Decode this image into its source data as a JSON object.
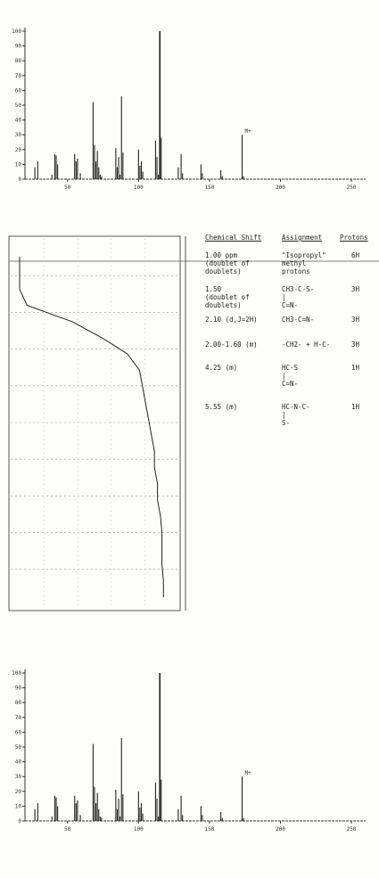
{
  "chart_data": [
    {
      "type": "bar",
      "title": "",
      "xlabel": "",
      "ylabel": "",
      "xlim": [
        20,
        260
      ],
      "ylim": [
        0,
        100
      ],
      "x_ticks": [
        "50",
        "100",
        "150",
        "200",
        "250"
      ],
      "y_ticks": [
        "0",
        "10",
        "20",
        "30",
        "40",
        "50",
        "60",
        "70",
        "80",
        "90",
        "100"
      ],
      "annotations": [
        "M+"
      ],
      "x": [
        27,
        29,
        39,
        41,
        42,
        43,
        55,
        56,
        57,
        59,
        68,
        69,
        70,
        71,
        72,
        73,
        74,
        84,
        85,
        86,
        87,
        88,
        89,
        100,
        101,
        102,
        103,
        112,
        113,
        114,
        115,
        116,
        128,
        130,
        131,
        144,
        145,
        158,
        159,
        173,
        174
      ],
      "values": [
        8,
        12,
        3,
        17,
        16,
        10,
        17,
        12,
        14,
        4,
        52,
        23,
        12,
        19,
        8,
        3,
        2,
        21,
        8,
        15,
        3,
        56,
        18,
        20,
        9,
        12,
        5,
        26,
        15,
        3,
        100,
        28,
        8,
        17,
        4,
        10,
        4,
        6,
        2,
        30,
        2
      ]
    },
    {
      "type": "line",
      "title": "",
      "xlabel": "",
      "ylabel": "",
      "series": [
        {
          "values": [
            0,
            0,
            0,
            0.05,
            0.35,
            0.55,
            0.72,
            0.8,
            0.82,
            0.84,
            0.86,
            0.88,
            0.9,
            0.9,
            0.92,
            0.92,
            0.94,
            0.95,
            0.95,
            0.95,
            0.96,
            0.96
          ]
        }
      ]
    },
    {
      "type": "bar",
      "title": "",
      "xlabel": "",
      "ylabel": "",
      "xlim": [
        20,
        260
      ],
      "ylim": [
        0,
        100
      ],
      "x_ticks": [
        "50",
        "100",
        "150",
        "200",
        "250"
      ],
      "y_ticks": [
        "0",
        "10",
        "20",
        "30",
        "40",
        "50",
        "60",
        "70",
        "80",
        "90",
        "100"
      ],
      "annotations": [
        "M+"
      ],
      "x": [
        27,
        29,
        39,
        41,
        42,
        43,
        55,
        56,
        57,
        59,
        68,
        69,
        70,
        71,
        72,
        73,
        74,
        84,
        85,
        86,
        87,
        88,
        89,
        100,
        101,
        102,
        103,
        112,
        113,
        114,
        115,
        116,
        128,
        130,
        131,
        144,
        145,
        158,
        159,
        173,
        174
      ],
      "values": [
        8,
        12,
        3,
        17,
        16,
        10,
        17,
        12,
        14,
        4,
        52,
        23,
        12,
        19,
        8,
        3,
        2,
        21,
        8,
        15,
        3,
        56,
        18,
        20,
        9,
        12,
        5,
        26,
        15,
        3,
        100,
        28,
        8,
        17,
        4,
        10,
        4,
        6,
        2,
        30,
        2
      ]
    }
  ],
  "nmr_table": {
    "headers": {
      "shift": "Chemical Shift",
      "assignment": "Assignment",
      "protons": "Protons"
    },
    "rows": [
      {
        "shift": "1.00 ppm\n(doublet of\ndoublets)",
        "assignment": "\"Isopropyl\"\nmethyl\nprotons",
        "protons": "6H"
      },
      {
        "shift": "1.50\n(doublet of\ndoublets)",
        "assignment": "CH3-C-S-\n    |\n   C=N-",
        "protons": "3H"
      },
      {
        "shift": "2.10 (d,J=2H)",
        "assignment": "CH3-C=N-",
        "protons": "3H"
      },
      {
        "shift": "2.00-1.60 (m)",
        "assignment": "-CH2- + H-C-",
        "protons": "3H"
      },
      {
        "shift": "4.25 (m)",
        "assignment": "HC-S\n |\nC=N-",
        "protons": "1H"
      },
      {
        "shift": "5.55 (m)",
        "assignment": "HC-N-C-\n    |\n    S-",
        "protons": "1H"
      }
    ]
  }
}
